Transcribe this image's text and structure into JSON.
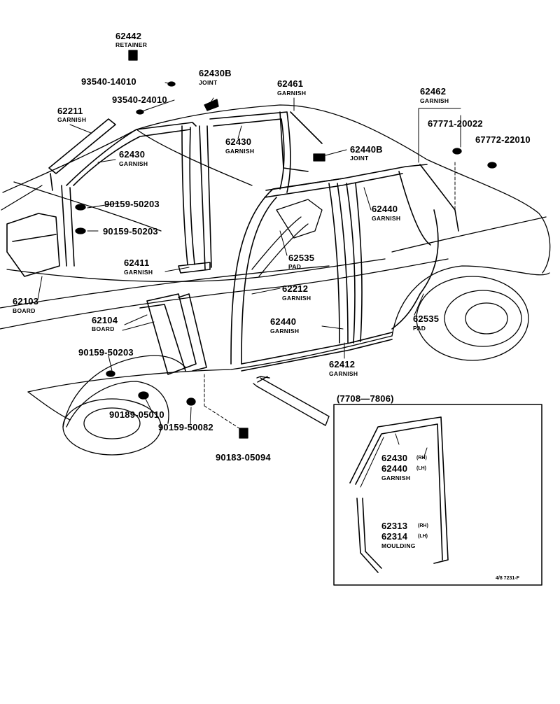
{
  "parts": {
    "p62442": {
      "num": "62442",
      "name": "RETAINER"
    },
    "p93540_14010": {
      "num": "93540-14010"
    },
    "p62430B": {
      "num": "62430B",
      "name": "JOINT"
    },
    "p62461": {
      "num": "62461",
      "name": "GARNISH"
    },
    "p62462": {
      "num": "62462",
      "name": "GARNISH"
    },
    "p93540_24010": {
      "num": "93540-24010"
    },
    "p62211": {
      "num": "62211",
      "name": "GARNISH"
    },
    "p62430_top": {
      "num": "62430",
      "name": "GARNISH"
    },
    "p62430_left": {
      "num": "62430",
      "name": "GARNISH"
    },
    "p67771_20022": {
      "num": "67771-20022"
    },
    "p67772_22010": {
      "num": "67772-22010"
    },
    "p62440B": {
      "num": "62440B",
      "name": "JOINT"
    },
    "p90159_50203_a": {
      "num": "90159-50203"
    },
    "p90159_50203_b": {
      "num": "90159-50203"
    },
    "p62440_upper": {
      "num": "62440",
      "name": "GARNISH"
    },
    "p62535_left": {
      "num": "62535",
      "name": "PAD"
    },
    "p62411": {
      "num": "62411",
      "name": "GARNISH"
    },
    "p62212": {
      "num": "62212",
      "name": "GARNISH"
    },
    "p62103": {
      "num": "62103",
      "name": "BOARD"
    },
    "p62104": {
      "num": "62104",
      "name": "BOARD"
    },
    "p62535_right": {
      "num": "62535",
      "name": "PAD"
    },
    "p62440_lower": {
      "num": "62440",
      "name": "GARNISH"
    },
    "p90159_50203_c": {
      "num": "90159-50203"
    },
    "p62412": {
      "num": "62412",
      "name": "GARNISH"
    },
    "p90189_05010": {
      "num": "90189-05010"
    },
    "p90159_50082": {
      "num": "90159-50082"
    },
    "p90183_05094": {
      "num": "90183-05094"
    }
  },
  "inset": {
    "date_range": "(7708—7806)",
    "garnish_rh": "62430",
    "garnish_rh_side": "(RH)",
    "garnish_lh": "62440",
    "garnish_lh_side": "(LH)",
    "garnish_name": "GARNISH",
    "moulding_rh": "62313",
    "moulding_rh_side": "(RH)",
    "moulding_lh": "62314",
    "moulding_lh_side": "(LH)",
    "moulding_name": "MOULDING"
  },
  "figure_ref": "4/8 7231-F",
  "colors": {
    "ink": "#000000",
    "paper": "#ffffff"
  }
}
